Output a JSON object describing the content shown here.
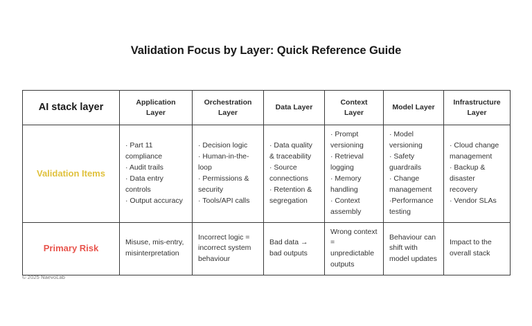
{
  "document": {
    "title": "Validation Focus by Layer: Quick Reference Guide",
    "footer": "© 2025 NaevoLab"
  },
  "colors": {
    "validation_label": "#E0C13C",
    "risk_label": "#E8544C",
    "border": "#3a3a3a",
    "text": "#333333",
    "background": "#ffffff"
  },
  "table": {
    "headers": [
      "AI stack layer",
      "Application Layer",
      "Orchestration Layer",
      "Data Layer",
      "Context Layer",
      "Model Layer",
      "Infrastructure Layer"
    ],
    "rows": [
      {
        "label": "Validation Items",
        "cells": [
          "· Part 11 compliance\n· Audit trails\n· Data entry controls\n· Output accuracy",
          "· Decision logic\n· Human-in-the-loop\n· Permissions & security\n· Tools/API calls",
          "· Data quality & traceability\n· Source connections\n· Retention & segregation",
          "· Prompt versioning\n· Retrieval logging\n· Memory handling\n· Context assembly",
          "· Model versioning\n· Safety guardrails\n· Change management\n·Performance testing",
          "· Cloud change management\n· Backup & disaster recovery\n· Vendor SLAs"
        ],
        "cells_lines": [
          [
            "· Part 11 compliance",
            "· Audit trails",
            "· Data entry controls",
            "· Output accuracy"
          ],
          [
            "· Decision logic",
            "· Human-in-the-loop",
            "· Permissions & security",
            "· Tools/API calls"
          ],
          [
            "· Data quality & traceability",
            "· Source connections",
            "· Retention & segregation"
          ],
          [
            "· Prompt versioning",
            "· Retrieval logging",
            "· Memory handling",
            "· Context assembly"
          ],
          [
            "· Model versioning",
            "· Safety guardrails",
            "· Change management",
            "·Performance testing"
          ],
          [
            "· Cloud change management",
            "· Backup & disaster recovery",
            "· Vendor SLAs"
          ]
        ]
      },
      {
        "label": "Primary Risk",
        "cells": [
          "Misuse, mis-entry, misinterpretation",
          "Incorrect logic = incorrect system behaviour",
          "Bad data → bad outputs",
          "Wrong context = unpredictable outputs",
          "Behaviour can shift with model updates",
          "Impact to the overall stack"
        ]
      }
    ]
  }
}
